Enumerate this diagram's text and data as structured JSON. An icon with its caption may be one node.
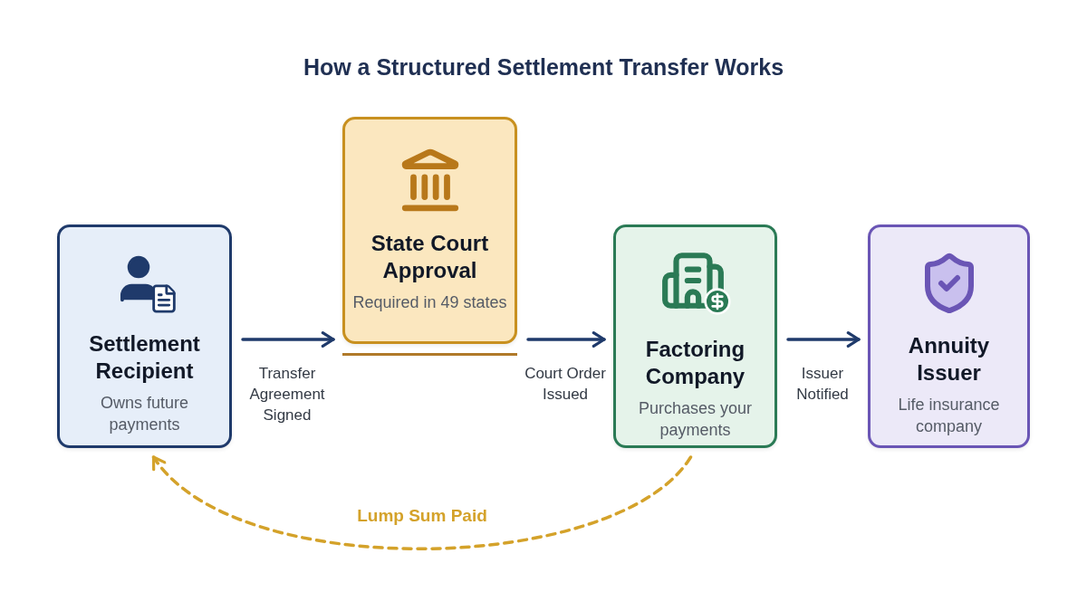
{
  "diagram": {
    "title": "How a Structured Settlement Transfer Works",
    "nodes": [
      {
        "text": [
          "Settlement Recipient",
          "Owns future payments"
        ]
      },
      {
        "text": [
          "State Court Approval",
          "Required in 49 states"
        ]
      },
      {
        "text": [
          "Factoring Company",
          "Purchases your payments"
        ]
      },
      {
        "text": [
          "Annuity Issuer",
          "Life insurance company"
        ]
      }
    ],
    "edges": [
      {
        "from": 0,
        "to": 1,
        "arrow": "to",
        "label": "Transfer Agreement Signed"
      },
      {
        "from": 1,
        "to": 2,
        "arrow": "to",
        "label": "Court Order Issued"
      },
      {
        "from": 2,
        "to": 3,
        "arrow": "to",
        "label": "Issuer Notified"
      },
      {
        "from": 2,
        "to": 0,
        "arrow": "to",
        "label": "Lump Sum Paid",
        "style": "dashed",
        "color": "#d4a22a"
      }
    ]
  }
}
